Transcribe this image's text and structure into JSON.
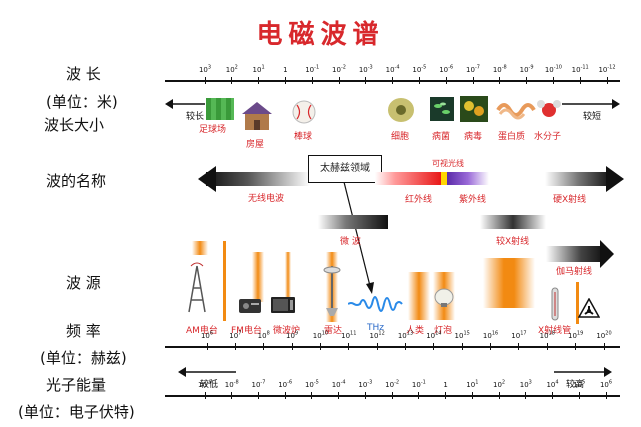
{
  "title": "电磁波谱",
  "row_labels": {
    "wavelength": "波  长",
    "wavelength_unit": "(单位：米)",
    "wavelength_size": "波长大小",
    "wave_name": "波的名称",
    "wave_source": "波  源",
    "frequency": "频  率",
    "frequency_unit": "(单位：赫兹)",
    "photon_energy": "光子能量",
    "photon_energy_unit": "(单位：电子伏特)"
  },
  "wavelength_ticks": [
    {
      "base": "10",
      "exp": "3"
    },
    {
      "base": "10",
      "exp": "2"
    },
    {
      "base": "10",
      "exp": "1"
    },
    {
      "base": "1",
      "exp": ""
    },
    {
      "base": "10",
      "exp": "-1"
    },
    {
      "base": "10",
      "exp": "-2"
    },
    {
      "base": "10",
      "exp": "-3"
    },
    {
      "base": "10",
      "exp": "-4"
    },
    {
      "base": "10",
      "exp": "-5"
    },
    {
      "base": "10",
      "exp": "-6"
    },
    {
      "base": "10",
      "exp": "-7"
    },
    {
      "base": "10",
      "exp": "-8"
    },
    {
      "base": "10",
      "exp": "-9"
    },
    {
      "base": "10",
      "exp": "-10"
    },
    {
      "base": "10",
      "exp": "-11"
    },
    {
      "base": "10",
      "exp": "-12"
    }
  ],
  "frequency_ticks": [
    {
      "base": "10",
      "exp": "6"
    },
    {
      "base": "10",
      "exp": "7"
    },
    {
      "base": "10",
      "exp": "8"
    },
    {
      "base": "10",
      "exp": "9"
    },
    {
      "base": "10",
      "exp": "10"
    },
    {
      "base": "10",
      "exp": "11"
    },
    {
      "base": "10",
      "exp": "12"
    },
    {
      "base": "10",
      "exp": "13"
    },
    {
      "base": "10",
      "exp": "14"
    },
    {
      "base": "10",
      "exp": "15"
    },
    {
      "base": "10",
      "exp": "16"
    },
    {
      "base": "10",
      "exp": "17"
    },
    {
      "base": "10",
      "exp": "18"
    },
    {
      "base": "10",
      "exp": "19"
    },
    {
      "base": "10",
      "exp": "20"
    }
  ],
  "energy_ticks": [
    {
      "base": "10",
      "exp": "-9"
    },
    {
      "base": "10",
      "exp": "-8"
    },
    {
      "base": "10",
      "exp": "-7"
    },
    {
      "base": "10",
      "exp": "-6"
    },
    {
      "base": "10",
      "exp": "-5"
    },
    {
      "base": "10",
      "exp": "-4"
    },
    {
      "base": "10",
      "exp": "-3"
    },
    {
      "base": "10",
      "exp": "-2"
    },
    {
      "base": "10",
      "exp": "-1"
    },
    {
      "base": "1",
      "exp": ""
    },
    {
      "base": "10",
      "exp": "1"
    },
    {
      "base": "10",
      "exp": "2"
    },
    {
      "base": "10",
      "exp": "3"
    },
    {
      "base": "10",
      "exp": "4"
    },
    {
      "base": "10",
      "exp": "5"
    },
    {
      "base": "10",
      "exp": "6"
    }
  ],
  "arrows": {
    "longer": "较长",
    "shorter": "较短",
    "lower": "较低",
    "higher": "较高"
  },
  "size_objects": {
    "football_field": "足球场",
    "house": "房屋",
    "baseball": "棒球",
    "cell": "细胞",
    "bacteria": "病菌",
    "virus": "病毒",
    "protein": "蛋白质",
    "water_molecule": "水分子"
  },
  "wave_names": {
    "terahertz_box": "太赫兹领域",
    "radio": "无线电波",
    "visible": "可视光线",
    "infrared": "红外线",
    "ultraviolet": "紫外线",
    "hard_xray": "硬X射线",
    "microwave": "微  波",
    "soft_xray": "较X射线",
    "gamma": "伽马射线"
  },
  "sources": {
    "am": "AM电台",
    "fm": "FM电台",
    "microwave_oven": "微波炉",
    "radar": "雷达",
    "thz": "THz",
    "human": "人类",
    "lamp": "灯泡",
    "xray_tube": "X射线管"
  }
}
